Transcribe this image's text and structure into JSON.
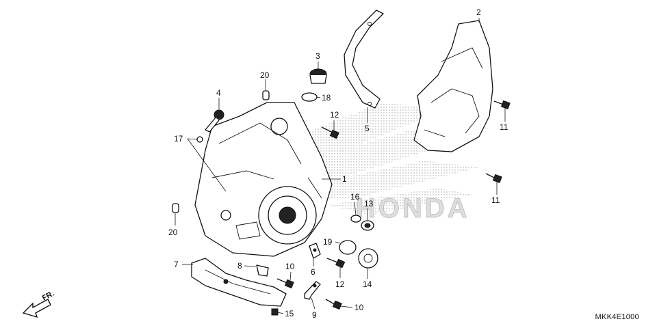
{
  "diagram": {
    "callouts": [
      {
        "id": "c1",
        "text": "1"
      },
      {
        "id": "c2",
        "text": "2"
      },
      {
        "id": "c3",
        "text": "3"
      },
      {
        "id": "c4",
        "text": "4"
      },
      {
        "id": "c5",
        "text": "5"
      },
      {
        "id": "c6",
        "text": "6"
      },
      {
        "id": "c7",
        "text": "7"
      },
      {
        "id": "c8",
        "text": "8"
      },
      {
        "id": "c9",
        "text": "9"
      },
      {
        "id": "c10a",
        "text": "10"
      },
      {
        "id": "c10b",
        "text": "10"
      },
      {
        "id": "c11a",
        "text": "11"
      },
      {
        "id": "c11b",
        "text": "11"
      },
      {
        "id": "c12a",
        "text": "12"
      },
      {
        "id": "c12b",
        "text": "12"
      },
      {
        "id": "c13",
        "text": "13"
      },
      {
        "id": "c14",
        "text": "14"
      },
      {
        "id": "c15",
        "text": "15"
      },
      {
        "id": "c16",
        "text": "16"
      },
      {
        "id": "c17",
        "text": "17"
      },
      {
        "id": "c18",
        "text": "18"
      },
      {
        "id": "c19",
        "text": "19"
      },
      {
        "id": "c20a",
        "text": "20"
      },
      {
        "id": "c20b",
        "text": "20"
      }
    ],
    "direction_label": "FR.",
    "watermark": "HONDA",
    "diagram_code": "MKK4E1000"
  }
}
